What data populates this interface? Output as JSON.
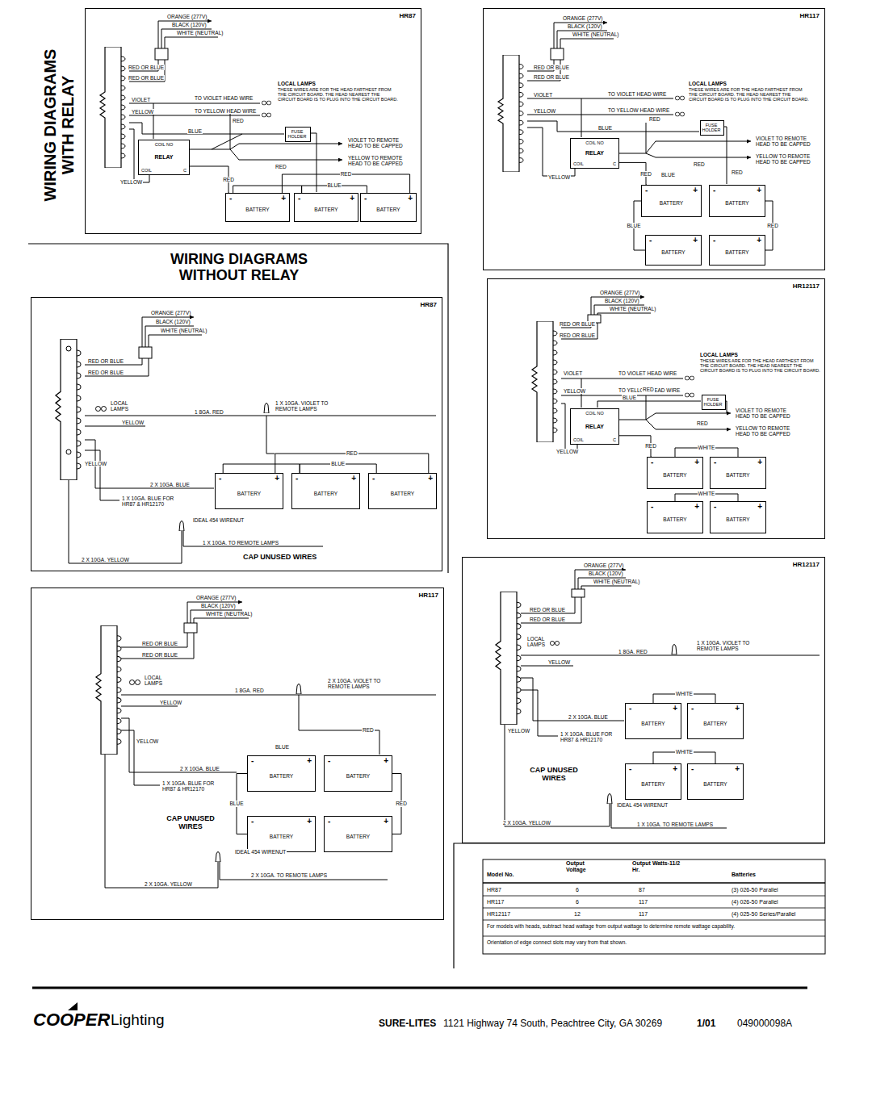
{
  "diagram": {
    "nodes": [
      {
        "text": [
          "HR87"
        ]
      },
      {
        "text": [
          "COIL NO",
          "RELAY",
          "COIL",
          "C"
        ],
        "in": 0
      },
      {
        "text": [
          "FUSE HOLDER"
        ],
        "in": 0
      },
      {
        "text": [
          "-",
          "+",
          "BATTERY"
        ],
        "in": 0
      },
      {
        "text": [
          "-",
          "+",
          "BATTERY"
        ],
        "in": 0
      },
      {
        "text": [
          "-",
          "+",
          "BATTERY"
        ],
        "in": 0
      },
      {
        "text": [
          "HR117"
        ]
      },
      {
        "text": [
          "COIL NO",
          "RELAY",
          "COIL",
          "C"
        ],
        "in": 6
      },
      {
        "text": [
          "FUSE HOLDER"
        ],
        "in": 6
      },
      {
        "text": [
          "-",
          "+",
          "BATTERY"
        ],
        "in": 6
      },
      {
        "text": [
          "-",
          "+",
          "BATTERY"
        ],
        "in": 6
      },
      {
        "text": [
          "-",
          "+",
          "BATTERY"
        ],
        "in": 6
      },
      {
        "text": [
          "-",
          "+",
          "BATTERY"
        ],
        "in": 6
      },
      {
        "text": [
          "HR87"
        ]
      },
      {
        "text": [
          "-",
          "+",
          "BATTERY"
        ],
        "in": 13
      },
      {
        "text": [
          "-",
          "+",
          "BATTERY"
        ],
        "in": 13
      },
      {
        "text": [
          "-",
          "+",
          "BATTERY"
        ],
        "in": 13
      },
      {
        "text": [
          "HR12117"
        ]
      },
      {
        "text": [
          "COIL NO",
          "RELAY",
          "COIL",
          "C"
        ],
        "in": 17
      },
      {
        "text": [
          "FUSE HOLDER"
        ],
        "in": 17
      },
      {
        "text": [
          "-",
          "+",
          "BATTERY"
        ],
        "in": 17
      },
      {
        "text": [
          "-",
          "+",
          "BATTERY"
        ],
        "in": 17
      },
      {
        "text": [
          "-",
          "+",
          "BATTERY"
        ],
        "in": 17
      },
      {
        "text": [
          "-",
          "+",
          "BATTERY"
        ],
        "in": 17
      },
      {
        "text": [
          "HR117"
        ]
      },
      {
        "text": [
          "-",
          "+",
          "BATTERY"
        ],
        "in": 24
      },
      {
        "text": [
          "-",
          "+",
          "BATTERY"
        ],
        "in": 24
      },
      {
        "text": [
          "-",
          "+",
          "BATTERY"
        ],
        "in": 24
      },
      {
        "text": [
          "-",
          "+",
          "BATTERY"
        ],
        "in": 24
      },
      {
        "text": [
          "HR12117"
        ]
      },
      {
        "text": [
          "-",
          "+",
          "BATTERY"
        ],
        "in": 29
      },
      {
        "text": [
          "-",
          "+",
          "BATTERY"
        ],
        "in": 29
      },
      {
        "text": [
          "-",
          "+",
          "BATTERY"
        ],
        "in": 29
      },
      {
        "text": [
          "-",
          "+",
          "BATTERY"
        ],
        "in": 29
      }
    ],
    "edges": [
      {
        "from": 1,
        "to": 3,
        "label": "RED",
        "arrow": "none"
      },
      {
        "from": 3,
        "to": 4,
        "arrow": "none"
      },
      {
        "from": 4,
        "to": 5,
        "label": "BLUE",
        "arrow": "none"
      },
      {
        "from": 3,
        "to": 5,
        "label": "RED",
        "arrow": "none"
      },
      {
        "from": 7,
        "to": 9,
        "label": "RED",
        "arrow": "none"
      },
      {
        "from": 9,
        "to": 11,
        "label": "BLUE",
        "arrow": "none"
      },
      {
        "from": 10,
        "to": 12,
        "label": "RED",
        "arrow": "none"
      },
      {
        "from": 14,
        "to": 15,
        "arrow": "none"
      },
      {
        "from": 15,
        "to": 16,
        "label": "BLUE",
        "arrow": "none"
      },
      {
        "from": 14,
        "to": 16,
        "label": "RED",
        "arrow": "none"
      },
      {
        "from": 18,
        "to": 20,
        "label": "RED",
        "arrow": "none"
      },
      {
        "from": 20,
        "to": 21,
        "label": "WHITE",
        "arrow": "none"
      },
      {
        "from": 22,
        "to": 23,
        "label": "WHITE",
        "arrow": "none"
      },
      {
        "from": 25,
        "to": 27,
        "label": "BLUE",
        "arrow": "none"
      },
      {
        "from": 26,
        "to": 28,
        "label": "RED",
        "arrow": "none"
      },
      {
        "from": 30,
        "to": 31,
        "label": "WHITE",
        "arrow": "none"
      },
      {
        "from": 32,
        "to": 33,
        "label": "WHITE",
        "arrow": "none"
      }
    ],
    "labels": [
      "WIRING DIAGRAMS WITH RELAY",
      "ORANGE (277V)",
      "BLACK (120V)",
      "WHITE (NEUTRAL)",
      "RED OR BLUE",
      "RED OR BLUE",
      "VIOLET",
      "YELLOW",
      "TO VIOLET HEAD WIRE",
      "TO YELLOW HEAD WIRE",
      "LOCAL LAMPS",
      "THESE WIRES ARE FOR THE HEAD FARTHEST FROM THE CIRCUIT BOARD. THE HEAD NEAREST THE CIRCUIT BOARD IS TO PLUG INTO THE CIRCUIT BOARD.",
      "RED",
      "BLUE",
      "VIOLET TO REMOTE HEAD TO BE CAPPED",
      "YELLOW TO REMOTE HEAD TO BE CAPPED",
      "RED",
      "YELLOW",
      "ORANGE (277V)",
      "BLACK (120V)",
      "WHITE (NEUTRAL)",
      "RED OR BLUE",
      "RED OR BLUE",
      "VIOLET",
      "YELLOW",
      "TO VIOLET HEAD WIRE",
      "TO YELLOW HEAD WIRE",
      "LOCAL LAMPS",
      "THESE WIRES ARE FOR THE HEAD FARTHEST FROM THE CIRCUIT BOARD. THE HEAD NEAREST THE CIRCUIT BOARD IS TO PLUG INTO THE CIRCUIT BOARD.",
      "RED",
      "BLUE",
      "VIOLET TO REMOTE HEAD TO BE CAPPED",
      "YELLOW TO REMOTE HEAD TO BE CAPPED",
      "RED",
      "BLUE",
      "RED",
      "YELLOW",
      "WIRING DIAGRAMS WITHOUT RELAY",
      "ORANGE (277V)",
      "BLACK (120V)",
      "WHITE (NEUTRAL)",
      "RED OR BLUE",
      "RED OR BLUE",
      "LOCAL LAMPS",
      "YELLOW",
      "1 8GA. RED",
      "1 X 10GA. VIOLET TO REMOTE LAMPS",
      "YELLOW",
      "2 X 10GA. BLUE",
      "1 X 10GA. BLUE FOR HR87 & HR12170",
      "IDEAL 454 WIRENUT",
      "1 X 10GA. TO REMOTE LAMPS",
      "2 X 10GA. YELLOW",
      "CAP UNUSED WIRES",
      "ORANGE (277V)",
      "BLACK (120V)",
      "WHITE (NEUTRAL)",
      "RED OR BLUE",
      "RED OR BLUE",
      "VIOLET",
      "YELLOW",
      "TO VIOLET HEAD WIRE",
      "TO YELLOW HEAD WIRE",
      "LOCAL LAMPS",
      "THESE WIRES ARE FOR THE HEAD FARTHEST FROM THE CIRCUIT BOARD. THE HEAD NEAREST THE CIRCUIT BOARD IS TO PLUG INTO THE CIRCUIT BOARD.",
      "RED",
      "BLUE",
      "VIOLET TO REMOTE HEAD TO BE CAPPED",
      "YELLOW TO REMOTE HEAD TO BE CAPPED",
      "RED",
      "YELLOW",
      "ORANGE (277V)",
      "BLACK (120V)",
      "WHITE (NEUTRAL)",
      "RED OR BLUE",
      "RED OR BLUE",
      "LOCAL LAMPS",
      "YELLOW",
      "1 8GA. RED",
      "2 X 10GA. VIOLET TO REMOTE LAMPS",
      "RED",
      "BLUE",
      "YELLOW",
      "2 X 10GA. BLUE",
      "1 X 10GA. BLUE FOR HR87 & HR12170",
      "CAP UNUSED WIRES",
      "IDEAL 454 WIRENUT",
      "2 X 10GA. TO REMOTE LAMPS",
      "2 X 10GA. YELLOW",
      "ORANGE (277V)",
      "BLACK (120V)",
      "WHITE (NEUTRAL)",
      "RED OR BLUE",
      "RED OR BLUE",
      "LOCAL LAMPS",
      "YELLOW",
      "1 8GA. RED",
      "1 X 10GA. VIOLET TO REMOTE LAMPS",
      "YELLOW",
      "2 X 10GA. BLUE",
      "1 X 10GA. BLUE FOR HR87 & HR12170",
      "CAP UNUSED WIRES",
      "IDEAL 454 WIRENUT",
      "2 X 10GA. YELLOW",
      "1 X 10GA. TO REMOTE LAMPS",
      "Model No.",
      "Output Voltage",
      "Output Watts-11/2 Hr.",
      "Batteries",
      "HR87",
      "6",
      "87",
      "(3) 026-50 Parallel",
      "HR117",
      "6",
      "117",
      "(4) 026-50 Parallel",
      "HR12117",
      "12",
      "117",
      "(4) 025-50 Series/Parallel",
      "For models with heads, subtract head wattage from output wattage to determine remote wattage capability.",
      "Orientation of edge connect slots may vary from that shown.",
      "COOPER",
      "Lighting",
      "SURE-LITES",
      "1121 Highway 74 South, Peachtree City, GA 30269",
      "1/01",
      "049000098A"
    ]
  }
}
